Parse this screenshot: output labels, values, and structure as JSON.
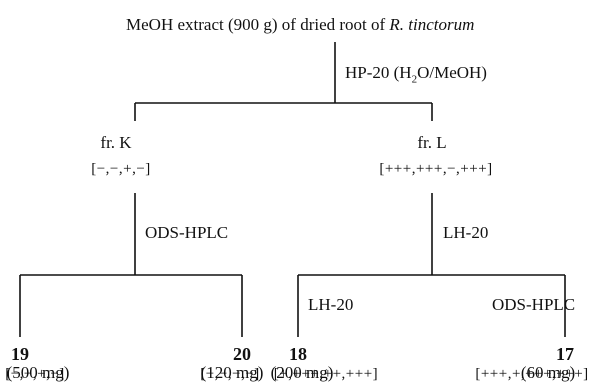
{
  "root": {
    "extract_prefix": "MeOH extract (900 g) of dried root of ",
    "species": "R. tinctorum"
  },
  "step1": {
    "prefix": "HP-20 (H",
    "sub1": "2",
    "mid": "O/MeOH)"
  },
  "fr_k": {
    "label": "fr. K",
    "activity": "[−,−,+,−]"
  },
  "fr_l": {
    "label": "fr. L",
    "activity": "[+++,+++,−,+++]"
  },
  "step_k": {
    "label": "ODS-HPLC"
  },
  "step_l": {
    "label": "LH-20"
  },
  "step_l_left": {
    "label": "LH-20"
  },
  "step_l_right": {
    "label": "ODS-HPLC"
  },
  "compounds": [
    {
      "number": "19",
      "amount": "(500 mg)",
      "activity": "[−,−,+,−]"
    },
    {
      "number": "20",
      "amount": "(120 mg)",
      "activity": "[−,−,−,−]"
    },
    {
      "number": "18",
      "amount": "(200 mg)",
      "activity": "[+,+++,++,+++]"
    },
    {
      "number": "17",
      "amount": "(60 mg)",
      "activity": "[+++,+,+++,+++]"
    }
  ]
}
